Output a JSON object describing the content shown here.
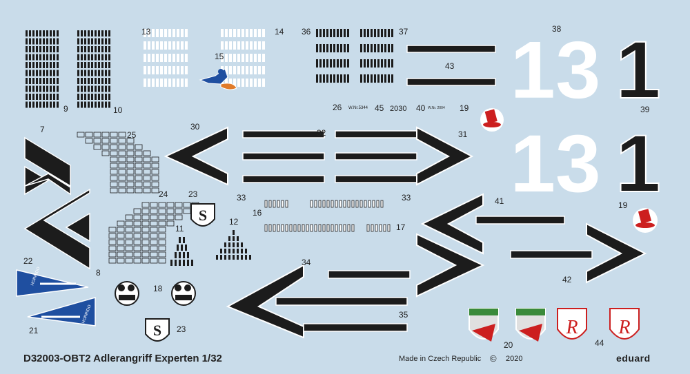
{
  "sheet": {
    "title": "D32003-OBT2 Adlerangriff Experten 1/32",
    "made_in": "Made in Czech Republic",
    "copyright": "©",
    "year": "2020",
    "brand": "eduard"
  },
  "numerals": {
    "white_code_top": "13",
    "black_code_top": "1",
    "white_code_bottom": "13",
    "black_code_bottom": "1"
  },
  "stencils": {
    "wnr_26": "W.Nr.5344",
    "value_2030": "2030",
    "wnr_40": "W.Nr. 2004",
    "pennant_text": "HORRIDO"
  },
  "labels": {
    "n7": "7",
    "n8": "8",
    "n9": "9",
    "n10": "10",
    "n11": "11",
    "n12": "12",
    "n13": "13",
    "n14": "14",
    "n15": "15",
    "n16": "16",
    "n17": "17",
    "n18": "18",
    "n19a": "19",
    "n19b": "19",
    "n20": "20",
    "n21": "21",
    "n22": "22",
    "n23a": "23",
    "n23b": "23",
    "n24": "24",
    "n25": "25",
    "n26": "26",
    "n30": "30",
    "n31": "31",
    "n32": "32",
    "n33a": "33",
    "n33b": "33",
    "n34": "34",
    "n35": "35",
    "n36": "36",
    "n37": "37",
    "n38": "38",
    "n39": "39",
    "n40": "40",
    "n41": "41",
    "n42": "42",
    "n43": "43",
    "n44": "44",
    "n45": "45"
  },
  "colors": {
    "background": "#c9dcea",
    "decal_black": "#1c1c1c",
    "decal_white": "#ffffff",
    "pennant_blue": "#1f4fa0",
    "hat_red": "#cc1f1f",
    "crest_green": "#3a8a3a"
  }
}
